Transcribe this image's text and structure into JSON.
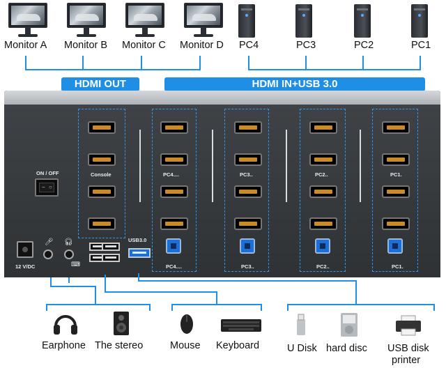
{
  "monitors": [
    "Monitor A",
    "Monitor B",
    "Monitor C",
    "Monitor D"
  ],
  "pcs": [
    "PC4",
    "PC3",
    "PC2",
    "PC1"
  ],
  "bars": {
    "out": "HDMI OUT",
    "in": "HDMI IN+USB 3.0"
  },
  "panel": {
    "switch_label": "ON / OFF",
    "console_label": "Console",
    "pc_labels_hdmi": [
      "PC4....",
      "PC3..",
      "PC2..",
      "PC1."
    ],
    "pc_labels_usb": [
      "PC4....",
      "PC3..",
      "PC2..",
      "PC1."
    ],
    "power_label": "12 V/DC",
    "usb3_label": "USB3.0"
  },
  "peripherals": {
    "earphone": "Earphone",
    "stereo": "The stereo",
    "mouse": "Mouse",
    "keyboard": "Keyboard",
    "udisk": "U Disk",
    "harddisc": "hard disc",
    "printer_line1": "USB disk",
    "printer_line2": "printer"
  },
  "colors": {
    "accent": "#1f8fe6",
    "chassis": "#3b3e42"
  }
}
